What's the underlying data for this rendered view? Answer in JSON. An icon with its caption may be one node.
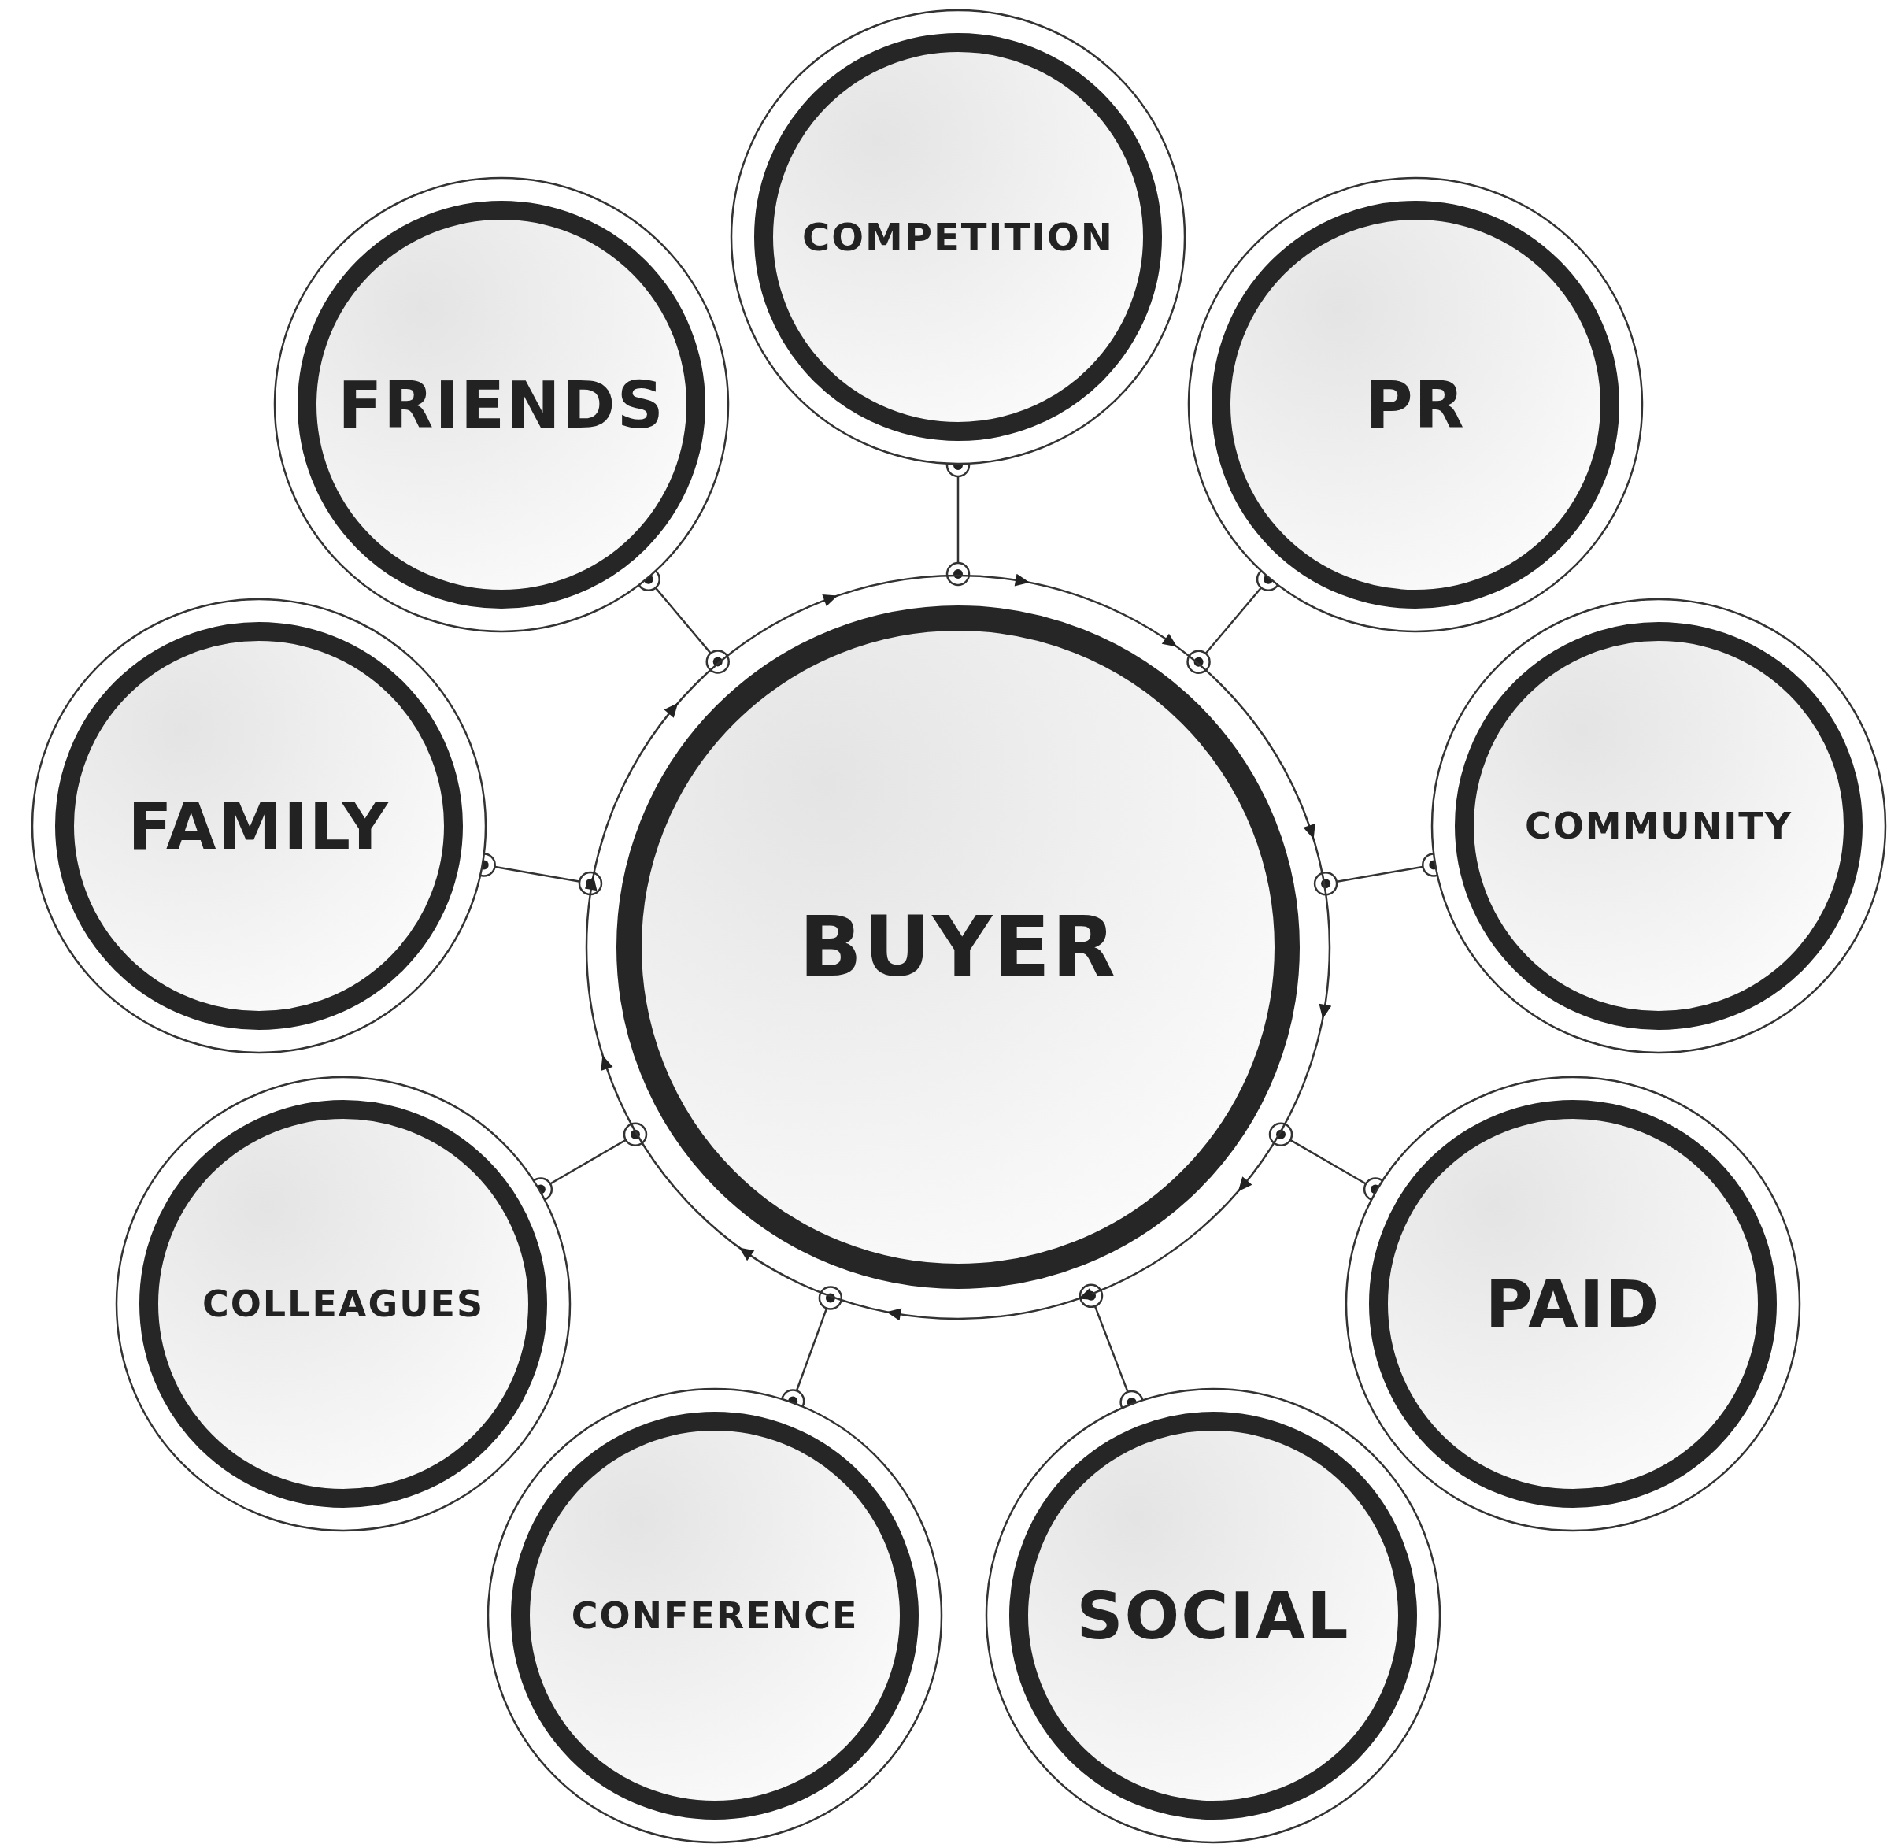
{
  "diagram": {
    "nodes": [
      {
        "text": [
          "BUYER"
        ]
      },
      {
        "text": [
          "COMPETITION"
        ]
      },
      {
        "text": [
          "FRIENDS"
        ]
      },
      {
        "text": [
          "PR"
        ]
      },
      {
        "text": [
          "FAMILY"
        ]
      },
      {
        "text": [
          "COMMUNITY"
        ]
      },
      {
        "text": [
          "COLLEAGUES"
        ]
      },
      {
        "text": [
          "PAID"
        ]
      },
      {
        "text": [
          "CONFERENCE"
        ]
      },
      {
        "text": [
          "SOCIAL"
        ]
      }
    ],
    "edges": [
      {
        "from": 1,
        "to": 0,
        "arrow": "other"
      },
      {
        "from": 2,
        "to": 0,
        "arrow": "other"
      },
      {
        "from": 3,
        "to": 0,
        "arrow": "other"
      },
      {
        "from": 4,
        "to": 0,
        "arrow": "other"
      },
      {
        "from": 5,
        "to": 0,
        "arrow": "other"
      },
      {
        "from": 6,
        "to": 0,
        "arrow": "other"
      },
      {
        "from": 7,
        "to": 0,
        "arrow": "other"
      },
      {
        "from": 8,
        "to": 0,
        "arrow": "other"
      },
      {
        "from": 9,
        "to": 0,
        "arrow": "other"
      }
    ]
  }
}
